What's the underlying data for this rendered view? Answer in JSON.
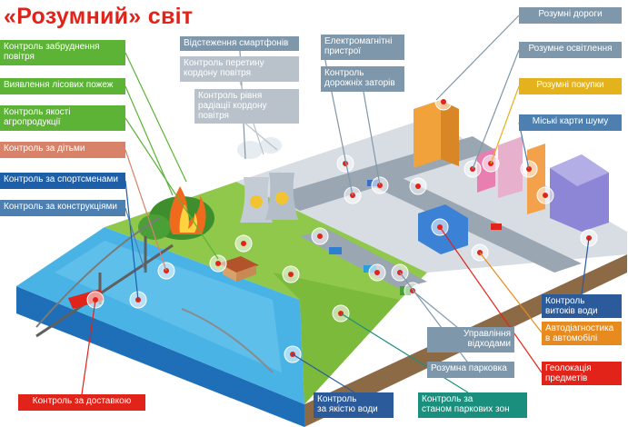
{
  "title": "«Розумний» світ",
  "colors": {
    "red": "#e2231a",
    "green": "#5cb335",
    "salmon": "#d9826a",
    "blue": "#1f5fa8",
    "steel": "#4d7fb0",
    "grey": "#7f97ab",
    "lightgrey": "#b9c2ca",
    "teal": "#1b8f7e",
    "navy": "#2c5b9b",
    "orange": "#e88b1e",
    "yellow": "#e3b21c",
    "darkgreen": "#3d9f5a"
  },
  "labels": {
    "air_pollution": "Контроль забруднення\nповітря",
    "forest_fires": "Виявлення лісових пожеж",
    "agro_quality": "Контроль якості\nагропродукції",
    "child_control": "Контроль за дітьми",
    "athletes_control": "Контроль за спортсменами",
    "structures_control": "Контроль за конструкціями",
    "delivery_control": "Контроль за доставкою",
    "smartphone_tracking": "Відстеження смартфонів",
    "air_border_crossing": "Контроль перетину\nкордону повітря",
    "air_radiation": "Контроль рівня\nрадіації кордону\nповітря",
    "em_devices": "Електромагнітні\nпристрої",
    "traffic_jams": "Контроль\nдорожніх заторів",
    "smart_roads": "Розумні дороги",
    "smart_lighting": "Розумне освітлення",
    "smart_shopping": "Розумні покупки",
    "noise_maps": "Міські карти шуму",
    "water_leaks": "Контроль\nвитоків води",
    "car_diagnostics": "Автодіагностика\nв автомобілі",
    "waste_management": "Управління\nвідходами",
    "object_geolocation": "Геолокація\nпредметів",
    "smart_parking": "Розумна парковка",
    "water_quality": "Контроль\nза якістю води",
    "park_zones": "Контроль за\nстаном паркових зон"
  }
}
